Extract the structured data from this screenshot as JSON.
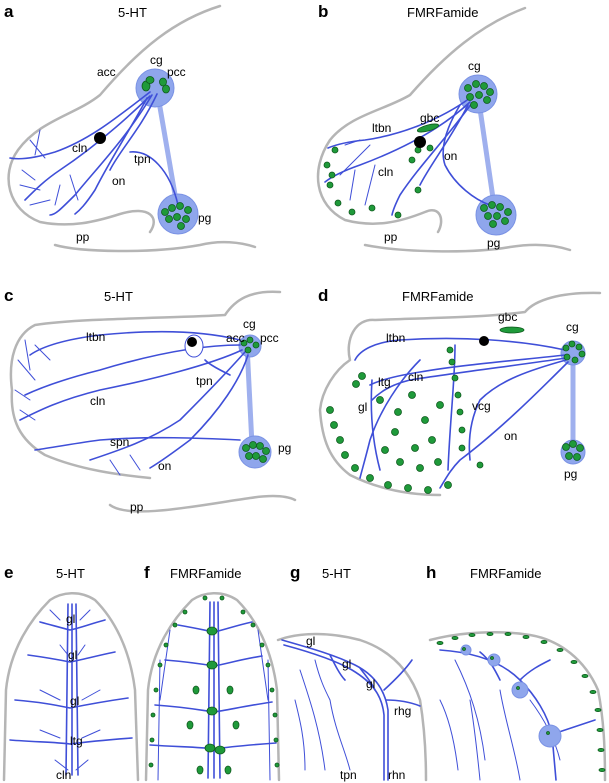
{
  "panels": {
    "a": {
      "letter": "a",
      "title": "5-HT",
      "labels": [
        "acc",
        "cg",
        "pcc",
        "cln",
        "tpn",
        "on",
        "pg",
        "pp"
      ]
    },
    "b": {
      "letter": "b",
      "title": "FMRFamide",
      "labels": [
        "cg",
        "gbc",
        "ltbn",
        "on",
        "cln",
        "pg",
        "pp"
      ]
    },
    "c": {
      "letter": "c",
      "title": "5-HT",
      "labels": [
        "ltbn",
        "acc",
        "cg",
        "pcc",
        "cln",
        "tpn",
        "spn",
        "on",
        "pg",
        "pp"
      ]
    },
    "d": {
      "letter": "d",
      "title": "FMRFamide",
      "labels": [
        "gbc",
        "cg",
        "ltbn",
        "ltg",
        "cln",
        "gl",
        "vcg",
        "on",
        "pg"
      ]
    },
    "e": {
      "letter": "e",
      "title": "5-HT",
      "labels": [
        "gl",
        "gl",
        "gl",
        "ltg",
        "cln"
      ]
    },
    "f": {
      "letter": "f",
      "title": "FMRFamide",
      "labels": []
    },
    "g": {
      "letter": "g",
      "title": "5-HT",
      "labels": [
        "gl",
        "gl",
        "gl",
        "rhg",
        "tpn",
        "rhn"
      ]
    },
    "h": {
      "letter": "h",
      "title": "FMRFamide",
      "labels": []
    }
  },
  "colors": {
    "nerve": "#3f4fd8",
    "ganglion": "#8fa6ec",
    "cell": "#1f9a3a",
    "outline": "#b5b5b5"
  }
}
